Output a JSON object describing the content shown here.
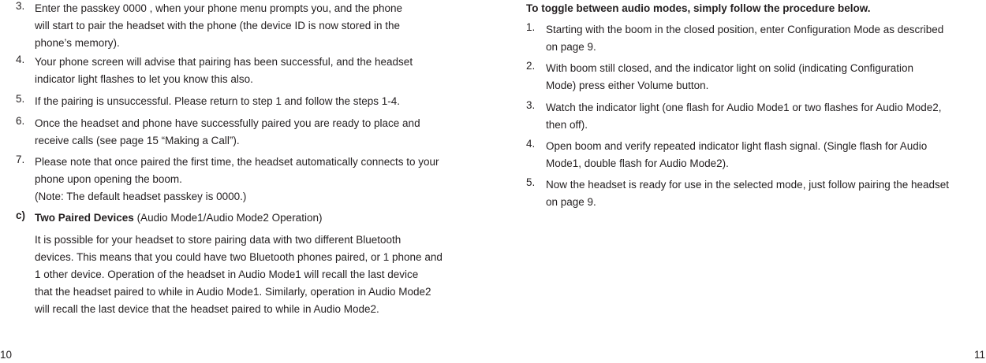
{
  "left": {
    "items": [
      {
        "num": "3.",
        "lines": [
          "Enter the passkey 0000 , when your phone menu prompts you, and the phone",
          "will start to pair the headset with the phone (the device ID is now stored in the",
          "phone’s memory)."
        ]
      },
      {
        "num": "4.",
        "lines": [
          "Your phone screen will advise that pairing has been successful, and the headset",
          "indicator light flashes to let you know this also."
        ]
      },
      {
        "num": "5.",
        "lines": [
          "If the pairing is unsuccessful. Please return to step 1 and follow the steps 1-4."
        ]
      },
      {
        "num": "6.",
        "lines": [
          "Once the headset and phone have successfully paired you are ready to place and",
          "receive calls (see page 15 “Making a Call”)."
        ]
      },
      {
        "num": "7.",
        "lines": [
          "Please note that once paired the first time, the headset automatically connects to your",
          "phone upon opening the boom.",
          "(Note: The default headset passkey is 0000.)"
        ]
      }
    ],
    "section": {
      "num": "c)",
      "title": "Two Paired Devices",
      "subtitle": " (Audio Mode1/Audio Mode2 Operation)",
      "lines": [
        "It is possible for your headset to store pairing data with two different Bluetooth",
        "devices. This means that you could have two Bluetooth phones paired, or 1 phone and",
        "1 other device.  Operation of the headset in Audio Mode1 will recall the last device",
        "that the headset paired to while in Audio Mode1.  Similarly, operation in Audio Mode2",
        "will recall the last device that the headset paired to while in Audio Mode2."
      ]
    },
    "page_number": "10"
  },
  "right": {
    "heading": "To toggle between audio modes, simply follow the procedure below.",
    "items": [
      {
        "num": "1.",
        "lines": [
          "Starting with the boom in the closed position, enter Configuration Mode as described",
          "on page 9."
        ]
      },
      {
        "num": "2.",
        "lines": [
          "With boom still closed, and the indicator light on solid (indicating Configuration",
          "Mode) press either Volume button."
        ]
      },
      {
        "num": "3.",
        "lines": [
          "Watch the indicator light  (one flash for Audio Mode1 or two flashes for Audio Mode2,",
          "then off)."
        ]
      },
      {
        "num": "4.",
        "lines": [
          "Open boom and verify repeated indicator light flash signal.  (Single flash for Audio",
          "Mode1, double flash for Audio Mode2)."
        ]
      },
      {
        "num": "5.",
        "lines": [
          "Now the headset is ready for use in the selected mode, just follow pairing the headset",
          "on page 9."
        ]
      }
    ],
    "page_number": "11"
  }
}
